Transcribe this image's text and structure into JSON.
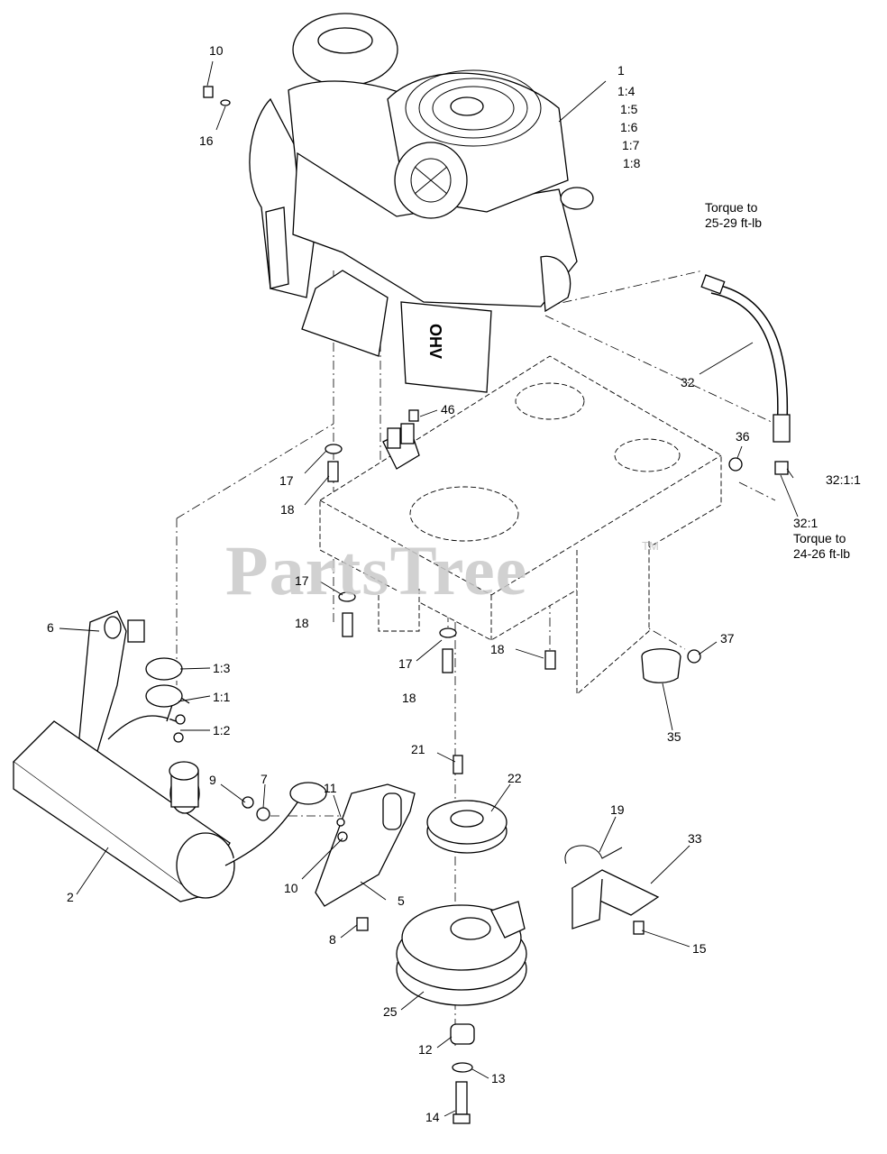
{
  "watermark": {
    "text": "PartsTree",
    "mark": "TM"
  },
  "notes": {
    "hose_torque_line1": "Torque to",
    "hose_torque_line2": "25-29 ft-lb",
    "fitting_torque_line1": "Torque to",
    "fitting_torque_line2": "24-26 ft-lb"
  },
  "callouts": [
    {
      "id": "c-1",
      "text": "1"
    },
    {
      "id": "c-1-4",
      "text": "1:4"
    },
    {
      "id": "c-1-5",
      "text": "1:5"
    },
    {
      "id": "c-1-6",
      "text": "1:6"
    },
    {
      "id": "c-1-7",
      "text": "1:7"
    },
    {
      "id": "c-1-8",
      "text": "1:8"
    },
    {
      "id": "c-10a",
      "text": "10"
    },
    {
      "id": "c-16",
      "text": "16"
    },
    {
      "id": "c-32",
      "text": "32"
    },
    {
      "id": "c-46",
      "text": "46"
    },
    {
      "id": "c-36",
      "text": "36"
    },
    {
      "id": "c-32-1-1",
      "text": "32:1:1"
    },
    {
      "id": "c-32-1",
      "text": "32:1"
    },
    {
      "id": "c-17a",
      "text": "17"
    },
    {
      "id": "c-18a",
      "text": "18"
    },
    {
      "id": "c-17b",
      "text": "17"
    },
    {
      "id": "c-18b",
      "text": "18"
    },
    {
      "id": "c-6",
      "text": "6"
    },
    {
      "id": "c-1-3",
      "text": "1:3"
    },
    {
      "id": "c-1-1",
      "text": "1:1"
    },
    {
      "id": "c-1-2",
      "text": "1:2"
    },
    {
      "id": "c-17c",
      "text": "17"
    },
    {
      "id": "c-18c",
      "text": "18"
    },
    {
      "id": "c-18d",
      "text": "18"
    },
    {
      "id": "c-37",
      "text": "37"
    },
    {
      "id": "c-35",
      "text": "35"
    },
    {
      "id": "c-21",
      "text": "21"
    },
    {
      "id": "c-22",
      "text": "22"
    },
    {
      "id": "c-9",
      "text": "9"
    },
    {
      "id": "c-7",
      "text": "7"
    },
    {
      "id": "c-11",
      "text": "11"
    },
    {
      "id": "c-19",
      "text": "19"
    },
    {
      "id": "c-33",
      "text": "33"
    },
    {
      "id": "c-2",
      "text": "2"
    },
    {
      "id": "c-10b",
      "text": "10"
    },
    {
      "id": "c-5",
      "text": "5"
    },
    {
      "id": "c-8",
      "text": "8"
    },
    {
      "id": "c-15",
      "text": "15"
    },
    {
      "id": "c-25",
      "text": "25"
    },
    {
      "id": "c-12",
      "text": "12"
    },
    {
      "id": "c-13",
      "text": "13"
    },
    {
      "id": "c-14",
      "text": "14"
    }
  ],
  "engine_decal": "OHV"
}
